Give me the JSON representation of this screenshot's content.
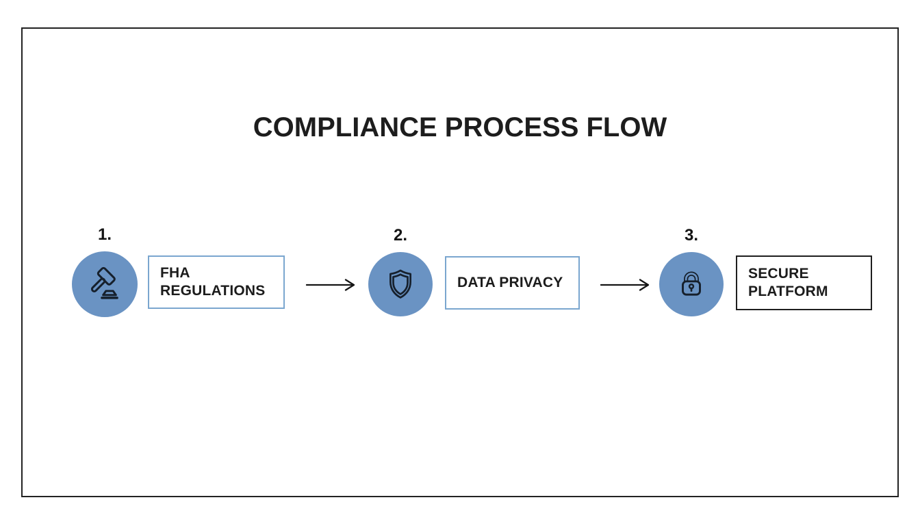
{
  "title": "COMPLIANCE PROCESS FLOW",
  "steps": [
    {
      "number": "1.",
      "label": "FHA REGULATIONS",
      "icon": "gavel-icon",
      "box_border_color": "#7aa6cf"
    },
    {
      "number": "2.",
      "label": "DATA PRIVACY",
      "icon": "shield-icon",
      "box_border_color": "#7aa6cf"
    },
    {
      "number": "3.",
      "label": "SECURE PLATFORM",
      "icon": "lock-icon",
      "box_border_color": "#1e1e1e"
    }
  ],
  "arrows": [
    {
      "direction": "right"
    },
    {
      "direction": "right"
    }
  ],
  "colors": {
    "background": "#ffffff",
    "frame_border": "#222222",
    "circle_fill": "#6A93C3",
    "icon_stroke": "#16202c",
    "step_box_border_light": "#7aa6cf",
    "step_box_border_dark": "#1e1e1e",
    "text": "#1c1c1c"
  }
}
